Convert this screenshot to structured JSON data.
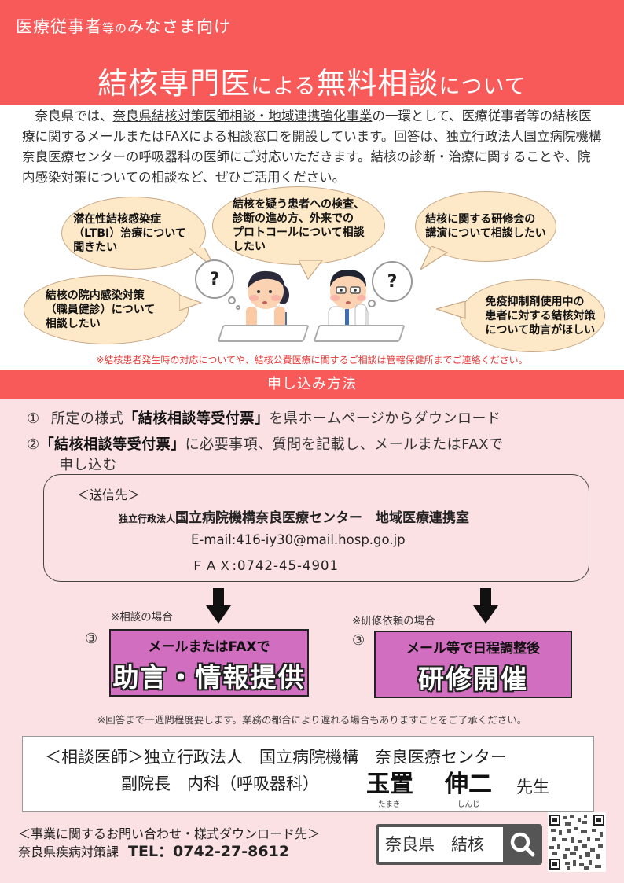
{
  "header": {
    "subtitle_main": "医療従事者",
    "subtitle_small": "等の",
    "subtitle_end": "みなさま向け",
    "title_part1": "結核専門医",
    "title_part2": "による",
    "title_part3": "無料相談",
    "title_part4": "について",
    "bg_color": "#f85a5a"
  },
  "intro": {
    "pre": "奈良県では、",
    "underlined": "奈良県結核対策医師相談・地域連携強化事業",
    "post": "の一環として、医療従事者等の結核医療に関するメールまたはFAXによる相談窓口を開設しています。回答は、独立行政法人国立病院機構　奈良医療センターの呼吸器科の医師にご対応いただきます。結核の診断・治療に関することや、院内感染対策についての相談など、ぜひご活用ください。"
  },
  "bubbles": [
    {
      "text": "潜在性結核感染症\n（LTBI）治療について\n聞きたい"
    },
    {
      "text": "結核を疑う患者への検査、\n診断の進め方、外来での\nプロトコールについて相談\nしたい"
    },
    {
      "text": "結核に関する研修会の\n講演について相談したい"
    },
    {
      "text": "結核の院内感染対策\n（職員健診）について\n相談したい"
    },
    {
      "text": "免疫抑制剤使用中の\n患者に対する結核対策\nについて助言がほしい"
    }
  ],
  "thought_mark": "?",
  "red_note": "※結核患者発生時の対応についてや、結核公費医療に関するご相談は管轄保健所までご連絡ください。",
  "method": {
    "heading": "申し込み方法",
    "step1_num": "①",
    "step1_pre": "所定の様式",
    "step1_bold": "「結核相談等受付票」",
    "step1_post": "を県ホームページからダウンロード",
    "step2_num": "②",
    "step2_bold": "「結核相談等受付票」",
    "step2_post": "に必要事項、質問を記載し、メールまたはFAXで",
    "step2_cont": "申し込む"
  },
  "send_to": {
    "label": "＜送信先＞",
    "org_small": "独立行政法人",
    "org_main": "国立病院機構奈良医療センター　地域医療連携室",
    "email": "E-mail:416-iy30@mail.hosp.go.jp",
    "fax": "ＦＡＸ:0742-45-4901"
  },
  "cases": [
    {
      "label": "※相談の場合",
      "num": "③",
      "top": "メールまたはFAXで",
      "big": "助言・情報提供"
    },
    {
      "label": "※研修依頼の場合",
      "num": "③",
      "top": "メール等で日程調整後",
      "big": "研修開催"
    }
  ],
  "reply_note": "※回答まで一週間程度要します。業務の都合により遅れる場合もありますことをご了承ください。",
  "doctor": {
    "line1": "＜相談医師＞独立行政法人　国立病院機構　奈良医療センター",
    "line2": "副院長　内科（呼吸器科）",
    "surname": "玉置",
    "given": "伸二",
    "surname_ruby": "たまき",
    "given_ruby": "しんじ",
    "honorific": "先生"
  },
  "contact": {
    "label": "＜事業に関するお問い合わせ・様式ダウンロード先＞",
    "dept": "奈良県疾病対策課",
    "tel": "TEL：0742-27-8612"
  },
  "search": {
    "value": "奈良県　結核",
    "icon": "search-icon"
  },
  "colors": {
    "header": "#f85a5a",
    "pink_bg": "#fce1e4",
    "bubble": "#fde9c8",
    "purple": "#d26ec0",
    "red_note": "#e53935"
  }
}
